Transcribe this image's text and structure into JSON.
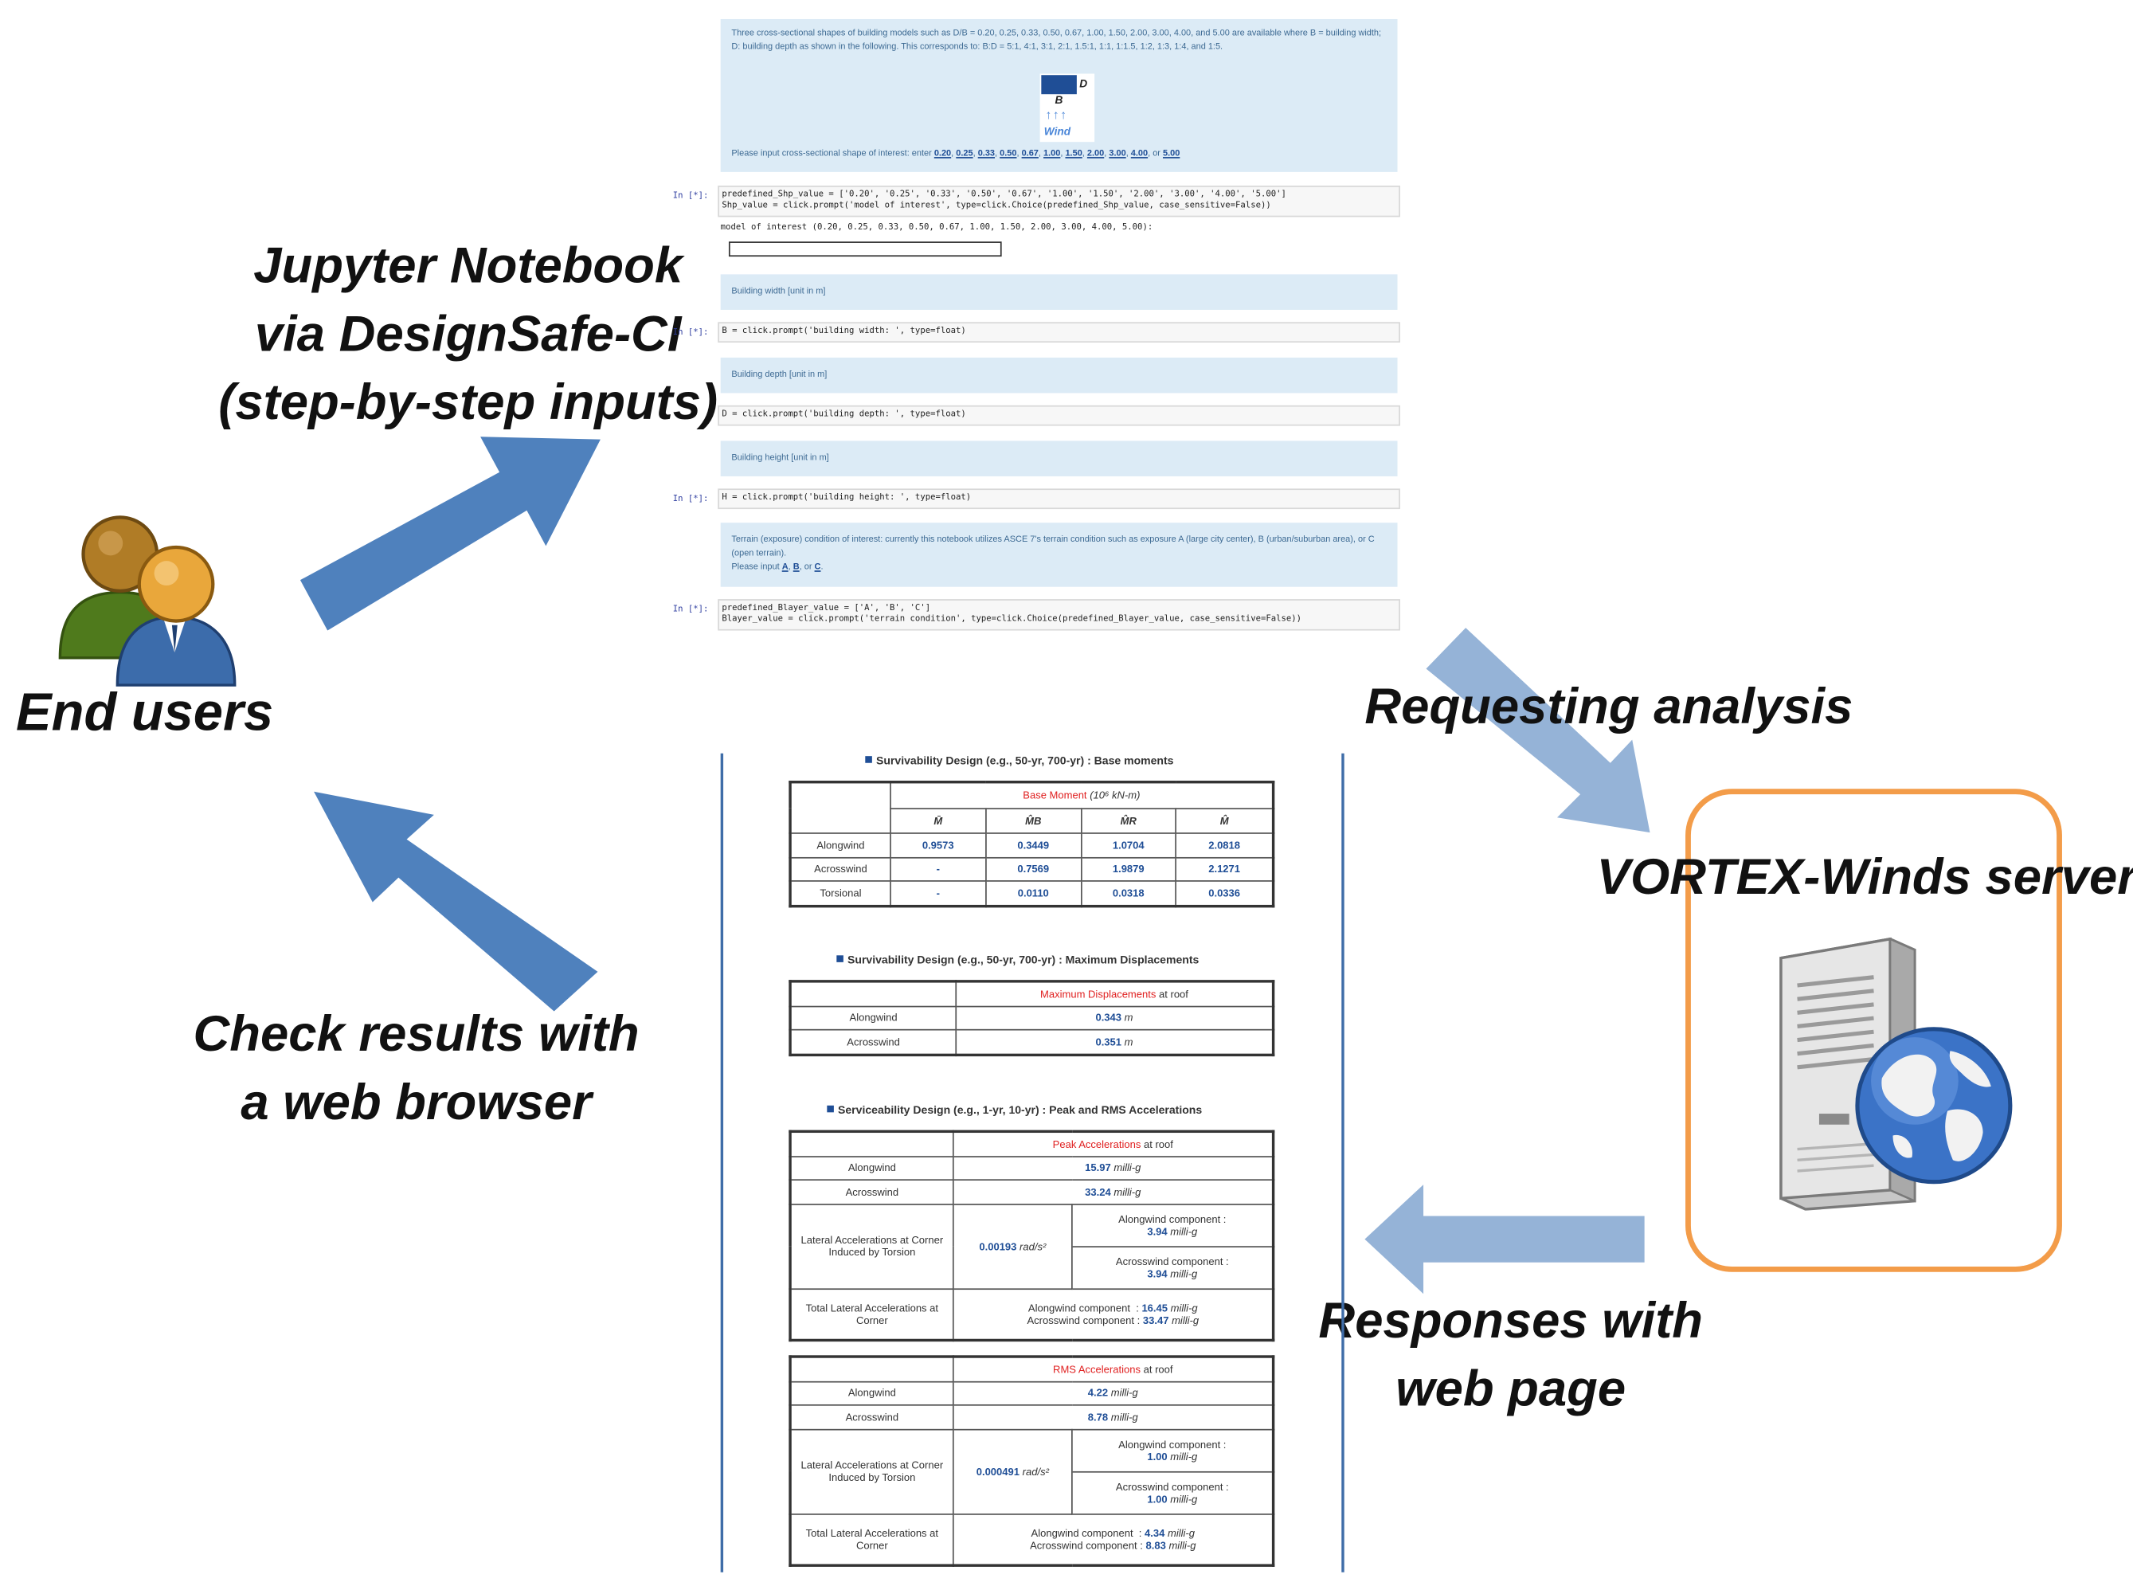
{
  "labels": {
    "end_users": "End users",
    "jupyter_line1": "Jupyter Notebook",
    "jupyter_line2": "via DesignSafe-CI",
    "jupyter_line3": "(step-by-step inputs)",
    "requesting": "Requesting analysis",
    "server": "VORTEX-Winds server",
    "responses_line1": "Responses with",
    "responses_line2": "web page",
    "check_line1": "Check results with",
    "check_line2": "a web browser"
  },
  "notebook": {
    "intro_text": "Three cross-sectional shapes of building models such as D/B = 0.20, 0.25, 0.33, 0.50, 0.67, 1.00, 1.50, 2.00, 3.00, 4.00, and 5.00 are available where B = building width; D: building depth as shown in the following. This corresponds to: B:D = 5:1, 4:1, 3:1, 2:1, 1.5:1, 1:1, 1:1.5, 1:2, 1:3, 1:4, and 1:5.",
    "fig_D": "D",
    "fig_B": "B",
    "fig_wind": "Wind",
    "input_prompt": "Please input cross-sectional shape of interest: enter",
    "shape_options": [
      "0.20",
      "0.25",
      "0.33",
      "0.50",
      "0.67",
      "1.00",
      "1.50",
      "2.00",
      "3.00",
      "4.00"
    ],
    "shape_or": ", or",
    "shape_last": "5.00",
    "prompt_label": "In [*]:",
    "code1_line1": "predefined_Shp_value = ['0.20', '0.25', '0.33', '0.50', '0.67', '1.00', '1.50', '2.00', '3.00', '4.00', '5.00']",
    "code1_line2": "Shp_value = click.prompt('model of interest', type=click.Choice(predefined_Shp_value, case_sensitive=False))",
    "output1": "model of interest (0.20, 0.25, 0.33, 0.50, 0.67, 1.00, 1.50, 2.00, 3.00, 4.00, 5.00):",
    "md_width": "Building width [unit in m]",
    "code_B": "B = click.prompt('building width: ', type=float)",
    "md_depth": "Building depth [unit in m]",
    "code_D": "D = click.prompt('building depth: ', type=float)",
    "md_height": "Building height [unit in m]",
    "code_H": "H = click.prompt('building height: ', type=float)",
    "terrain_text": "Terrain (exposure) condition of interest: currently this notebook utilizes ASCE 7's terrain condition such as exposure A (large city center), B (urban/suburban area), or C (open terrain).",
    "terrain_prompt": "Please input",
    "terrain_A": "A",
    "terrain_B": "B",
    "terrain_or": ", or",
    "terrain_C": "C",
    "code_terrain1": "predefined_Blayer_value = ['A', 'B', 'C']",
    "code_terrain2": "Blayer_value = click.prompt('terrain condition', type=click.Choice(predefined_Blayer_value, case_sensitive=False))"
  },
  "results": {
    "sec1_title": "Survivability Design (e.g., 50-yr, 700-yr) : Base moments",
    "base_moment_label": "Base Moment",
    "base_moment_unit": "(10⁶ kN-m)",
    "moment_headers": [
      "M̄",
      "M̂B",
      "M̂R",
      "M̂"
    ],
    "moment_rows": [
      {
        "label": "Alongwind",
        "values": [
          "0.9573",
          "0.3449",
          "1.0704",
          "2.0818"
        ]
      },
      {
        "label": "Acrosswind",
        "values": [
          "-",
          "0.7569",
          "1.9879",
          "2.1271"
        ]
      },
      {
        "label": "Torsional",
        "values": [
          "-",
          "0.0110",
          "0.0318",
          "0.0336"
        ]
      }
    ],
    "sec2_title": "Survivability Design (e.g., 50-yr, 700-yr) : Maximum Displacements",
    "disp_header_red": "Maximum Displacements",
    "disp_header_rest": "at roof",
    "disp_rows": [
      {
        "label": "Alongwind",
        "value": "0.343",
        "unit": "m"
      },
      {
        "label": "Acrosswind",
        "value": "0.351",
        "unit": "m"
      }
    ],
    "sec3_title": "Serviceability Design (e.g., 1-yr, 10-yr) : Peak and RMS Accelerations",
    "peak_header_red": "Peak Accelerations",
    "peak_header_rest": "at roof",
    "peak_rows": [
      {
        "label": "Alongwind",
        "value": "15.97",
        "unit": "milli-g"
      },
      {
        "label": "Acrosswind",
        "value": "33.24",
        "unit": "milli-g"
      }
    ],
    "lateral_label": "Lateral Accelerations at Corner Induced by Torsion",
    "peak_torsion_value": "0.00193",
    "torsion_unit": "rad/s²",
    "along_comp_label": "Alongwind component :",
    "across_comp_label": "Acrosswind component :",
    "peak_along_comp": "3.94",
    "peak_across_comp": "3.94",
    "comp_unit": "milli-g",
    "total_label": "Total Lateral Accelerations at Corner",
    "total_along_label": "Alongwind component",
    "total_across_label": "Acrosswind component",
    "peak_total_along": "16.45",
    "peak_total_across": "33.47",
    "rms_header_red": "RMS Accelerations",
    "rms_header_rest": "at roof",
    "rms_rows": [
      {
        "label": "Alongwind",
        "value": "4.22",
        "unit": "milli-g"
      },
      {
        "label": "Acrosswind",
        "value": "8.78",
        "unit": "milli-g"
      }
    ],
    "rms_torsion_value": "0.000491",
    "rms_along_comp": "1.00",
    "rms_across_comp": "1.00",
    "rms_total_along": "4.34",
    "rms_total_across": "8.83"
  },
  "colors": {
    "arrow_dark": "#4f81bd",
    "arrow_light": "#95b3d7",
    "server_border": "#f39c49",
    "notebook_bg": "#dcebf6",
    "value_blue": "#1f4e96",
    "header_red": "#e02020"
  },
  "icons": [
    "users-icon",
    "server-icon",
    "globe-icon"
  ]
}
